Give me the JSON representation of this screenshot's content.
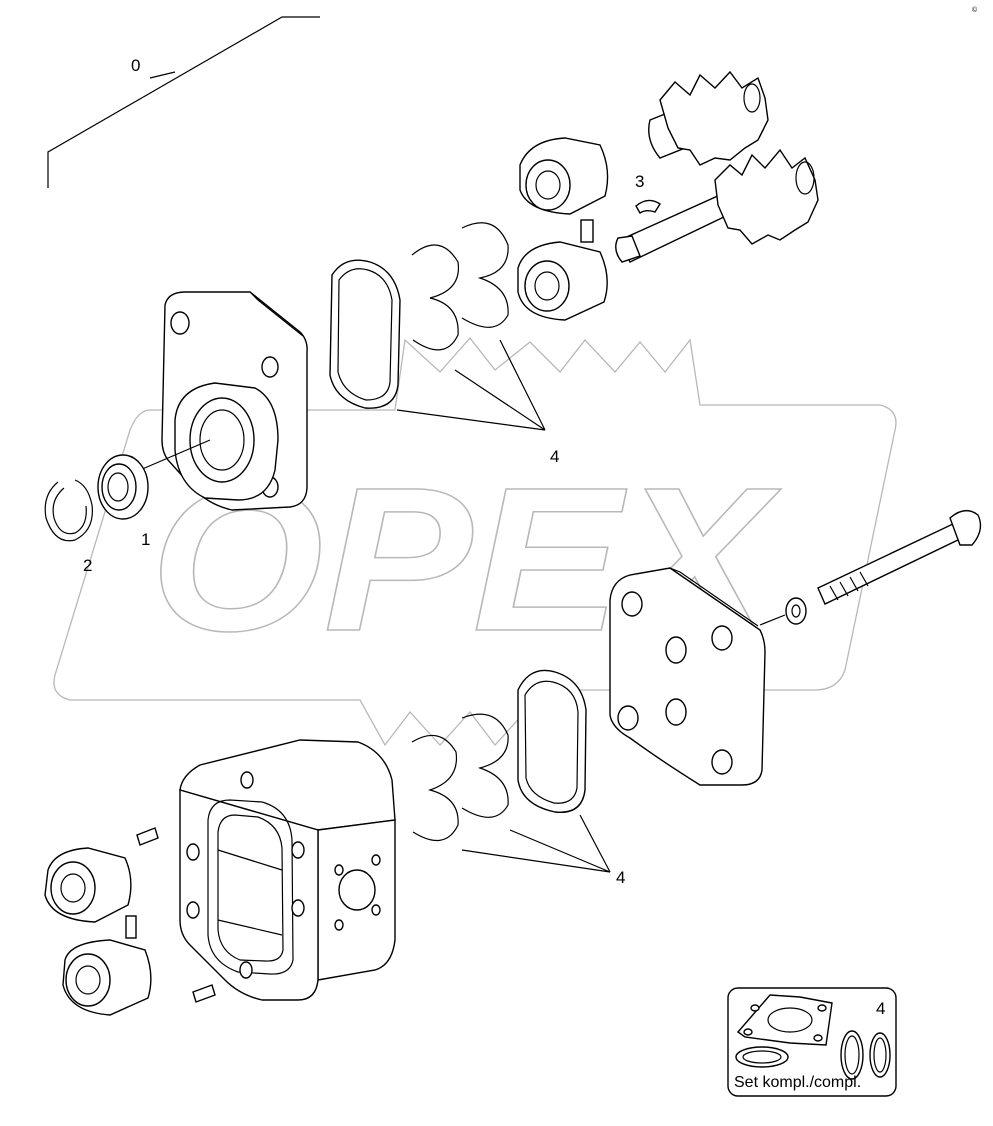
{
  "watermark": {
    "text": "OPEX"
  },
  "corner_mark": "©",
  "callouts": {
    "assembly": "0",
    "shaft_seal": "1",
    "circlip": "2",
    "key": "3",
    "seal_kit_upper": "4",
    "seal_kit_lower": "4"
  },
  "inset": {
    "number": "4",
    "caption": "Set kompl./compl."
  },
  "colors": {
    "line": "#000000",
    "watermark": "#b8b8b8",
    "background": "#ffffff"
  }
}
